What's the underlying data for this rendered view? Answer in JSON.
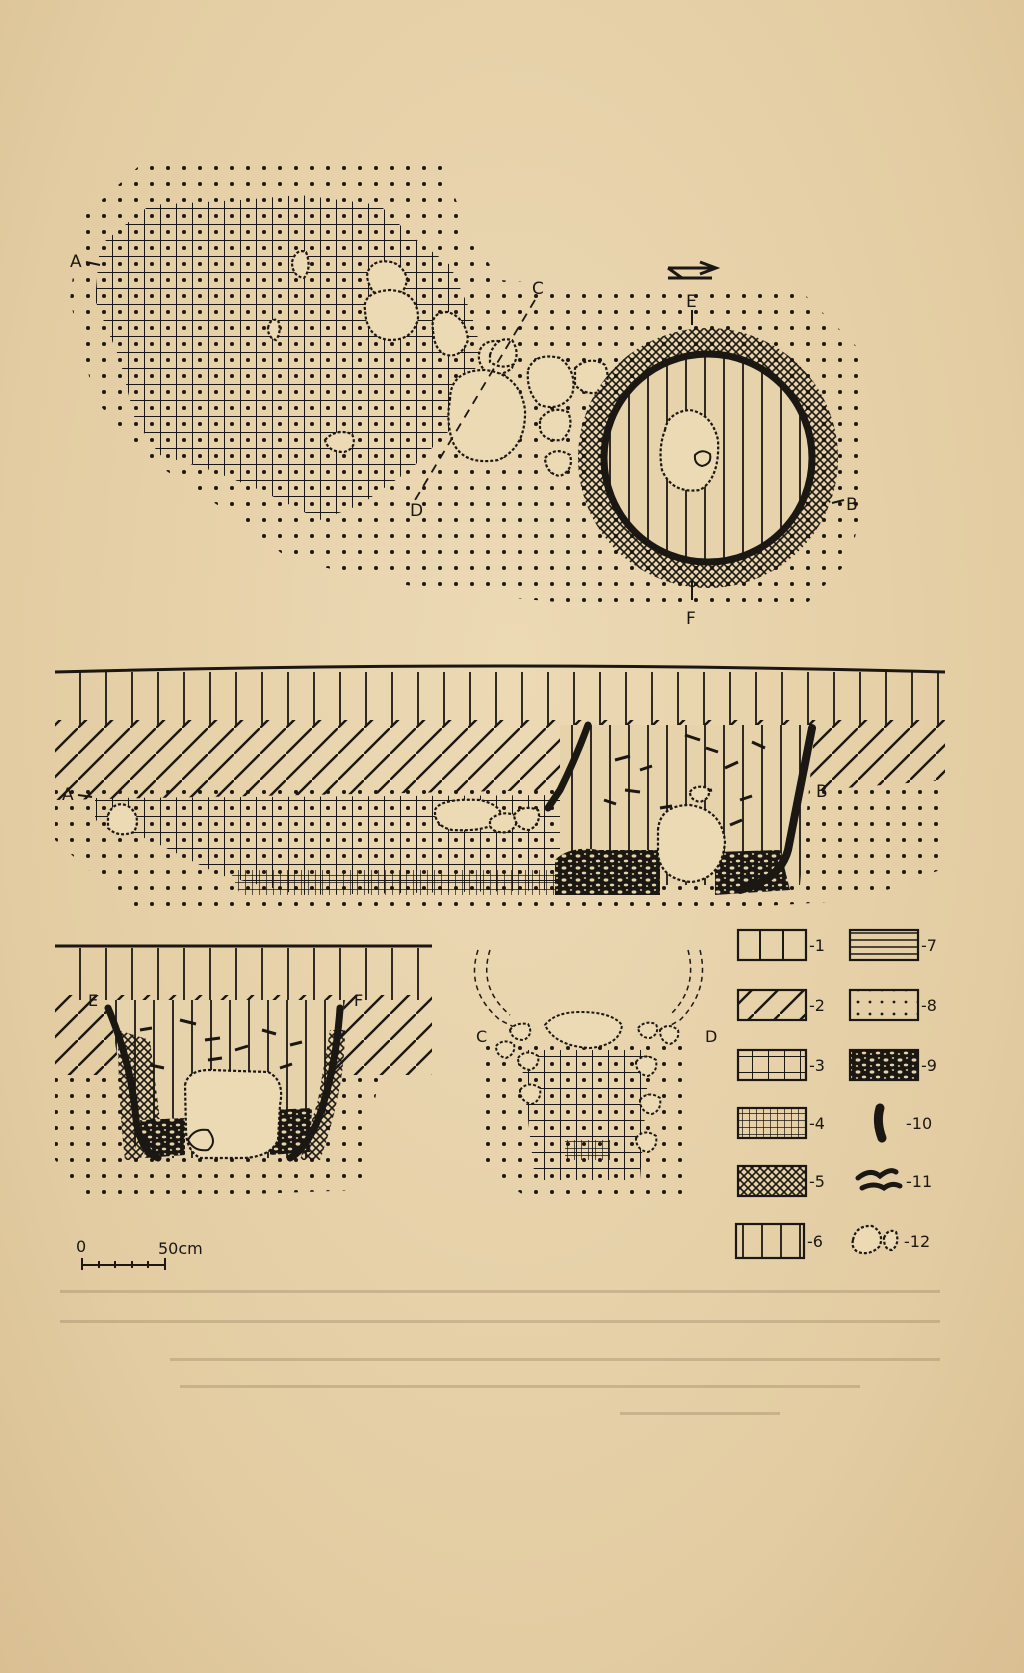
{
  "plan": {
    "labels": {
      "a": "A",
      "b": "B",
      "c": "C",
      "d": "D",
      "e": "E",
      "f": "F"
    }
  },
  "section_ab": {
    "labels": {
      "a": "A",
      "b": "B"
    }
  },
  "section_ef": {
    "labels": {
      "e": "E",
      "f": "F"
    }
  },
  "section_cd": {
    "labels": {
      "c": "C",
      "d": "D"
    }
  },
  "scale": {
    "start": "0",
    "end": "50cm"
  },
  "legend": {
    "items": [
      "-1",
      "-2",
      "-3",
      "-4",
      "-5",
      "-6",
      "-7",
      "-8",
      "-9",
      "-10",
      "-11",
      "-12"
    ]
  },
  "colors": {
    "paper": "#e7d3ab",
    "ink": "#1b1712"
  }
}
